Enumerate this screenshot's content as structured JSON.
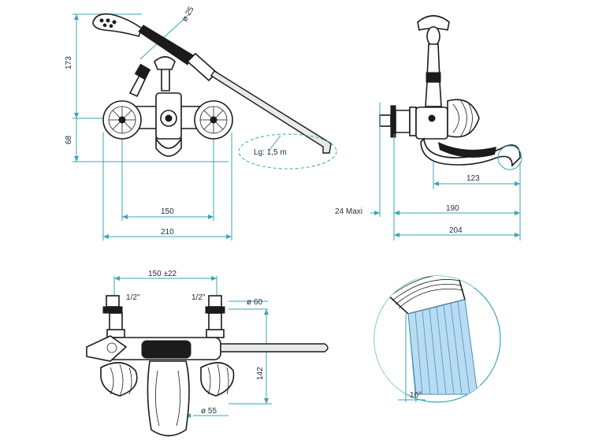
{
  "front_view": {
    "dim_diameter_top": "ø 25",
    "dim_height_upper": "173",
    "dim_height_lower": "68",
    "dim_centers": "150",
    "dim_total_width": "210",
    "hose_length": "Lg: 1,5 m"
  },
  "side_view": {
    "dim_spout_reach": "123",
    "dim_mount": "24  Maxi",
    "dim_190": "190",
    "dim_204": "204"
  },
  "bottom_view": {
    "dim_centers_tol": "150 ±22",
    "thread_left": "1/2\"",
    "thread_right": "1/2\"",
    "dim_diameter_60": "ø 60",
    "dim_height_142": "142",
    "dim_diameter_55": "ø 55"
  },
  "detail_view": {
    "angle": "10°"
  },
  "colors": {
    "dimension_line": "#3aa6b4",
    "water_fill": "#b9dcf2",
    "outline": "#1b1b1b"
  }
}
